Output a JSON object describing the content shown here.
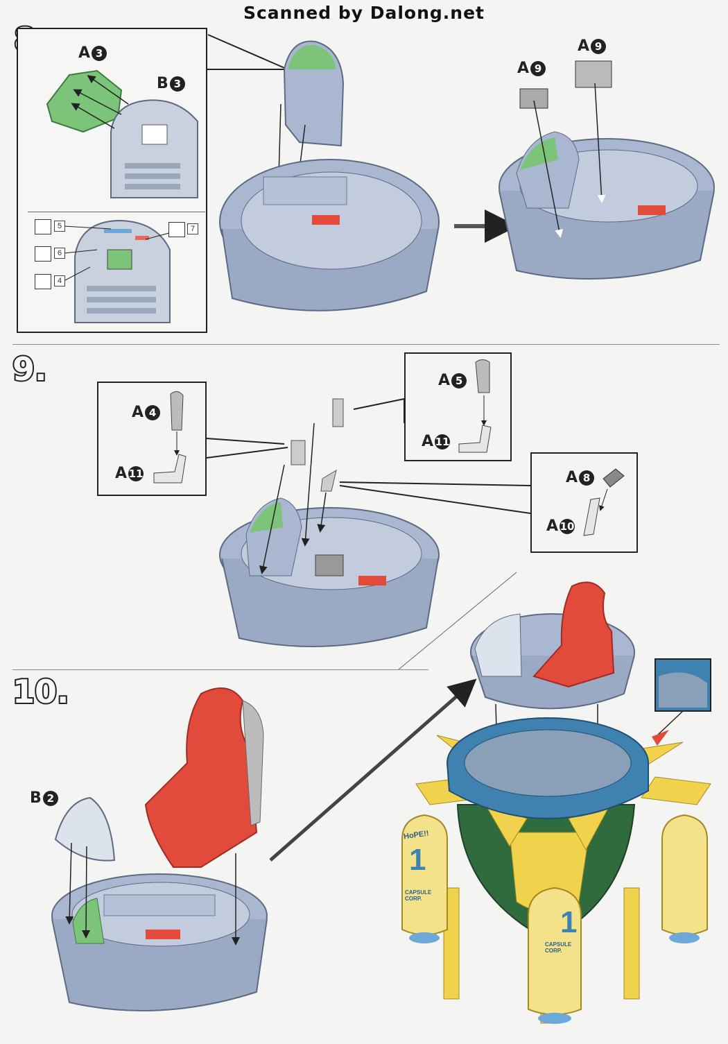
{
  "banner": "Scanned by Dalong.net",
  "steps": {
    "s8": "8.",
    "s9": "9.",
    "s10": "10."
  },
  "parts": {
    "a3": "A",
    "a3n": "3",
    "b3": "B",
    "b3n": "3",
    "a9a": "A",
    "a9an": "9",
    "a9b": "A",
    "a9bn": "9",
    "a4": "A",
    "a4n": "4",
    "a11a": "A",
    "a11an": "11",
    "a5": "A",
    "a5n": "5",
    "a11b": "A",
    "a11bn": "11",
    "a8": "A",
    "a8n": "8",
    "a10": "A",
    "a10n": "10",
    "b2": "B",
    "b2n": "2"
  },
  "stickers": [
    "5",
    "6",
    "4",
    "7"
  ],
  "capsule": {
    "hope": "HoPE!!",
    "num": "1",
    "corp": "CAPSULE CORP."
  },
  "colors": {
    "gray_blue": "#a9b8d0",
    "green": "#7cc47a",
    "red": "#e24a3c",
    "yellow": "#f1d24c",
    "teal": "#3f82b0",
    "dark_green": "#2f6b3c"
  }
}
